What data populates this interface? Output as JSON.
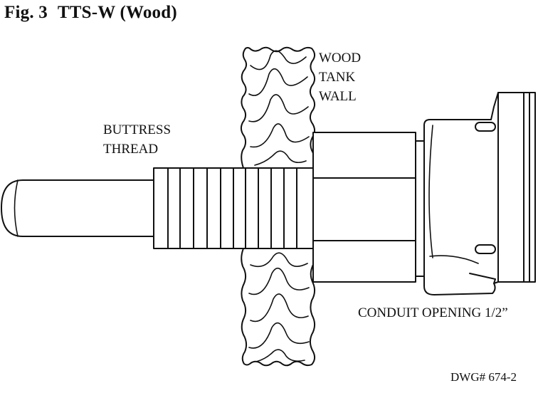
{
  "figure": {
    "number": "Fig. 3",
    "title": "TTS-W (Wood)"
  },
  "labels": {
    "wall": [
      "WOOD",
      "TANK",
      "WALL"
    ],
    "thread": [
      "BUTTRESS",
      "THREAD"
    ],
    "conduit": "CONDUIT OPENING 1/2”"
  },
  "drawing_number": "DWG# 674-2",
  "colors": {
    "ink": "#111111",
    "paper": "#ffffff"
  }
}
